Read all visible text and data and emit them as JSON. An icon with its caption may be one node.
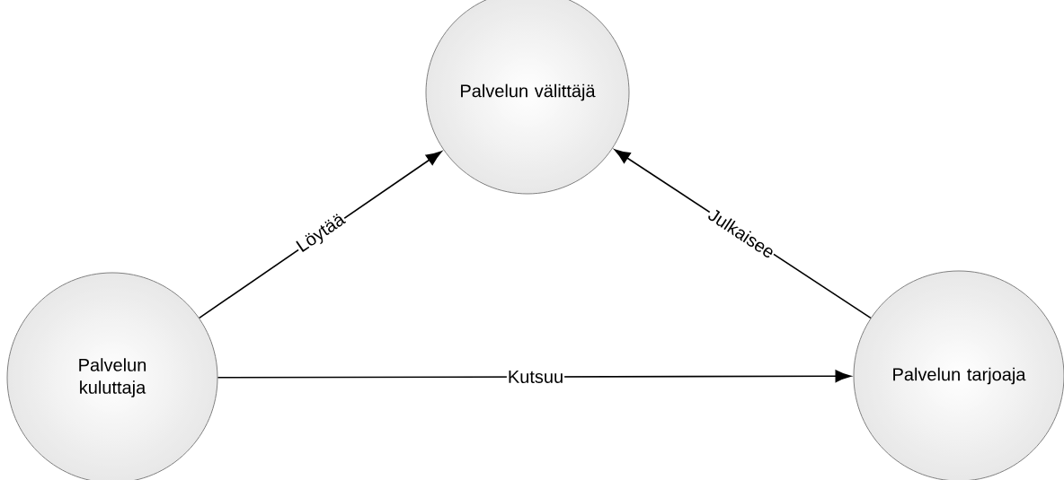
{
  "diagram": {
    "nodes": [
      {
        "text": [
          "Palvelun välittäjä"
        ]
      },
      {
        "text": [
          "Palvelun kuluttaja"
        ]
      },
      {
        "text": [
          "Palvelun tarjoaja"
        ]
      }
    ],
    "edges": [
      {
        "from": 1,
        "to": 0,
        "arrow": "to",
        "label": "Löytää"
      },
      {
        "from": 2,
        "to": 0,
        "arrow": "to",
        "label": "Julkaisee"
      },
      {
        "from": 1,
        "to": 2,
        "arrow": "to",
        "label": "Kutsuu"
      }
    ]
  }
}
